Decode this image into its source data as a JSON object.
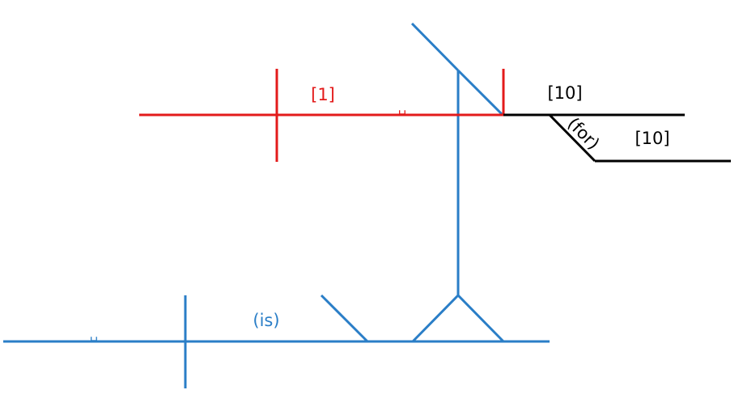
{
  "colors": {
    "red": "#e31b1b",
    "blue": "#2a7ec7",
    "black": "#000000"
  },
  "labels": {
    "red_bracket": "[1]",
    "red_space": "␣",
    "black_bracket_upper": "[10]",
    "black_for": "(for)",
    "black_bracket_lower": "[10]",
    "blue_is": "(is)",
    "blue_space": "␣"
  }
}
